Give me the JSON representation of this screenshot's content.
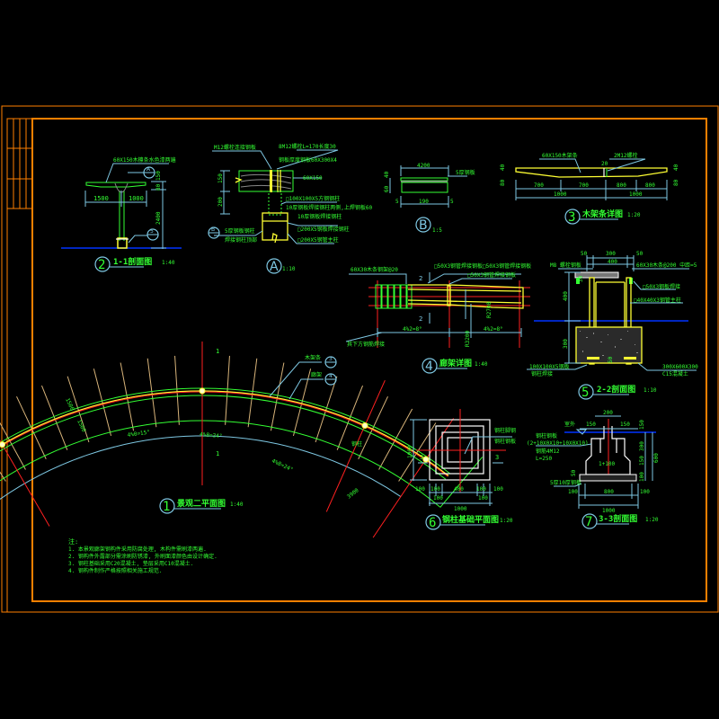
{
  "colors": {
    "background": "#000000",
    "frame": "#ff8000",
    "text": "#33ff33",
    "dimension": "#7ec8e3",
    "member": "#ffff33",
    "axis": "#ff2020",
    "ground": "#0033ff",
    "timber": "#d8b47a"
  },
  "views": {
    "v1": {
      "num": "1",
      "title": "景观二平面图",
      "scale": "1:40",
      "angle_left": "4%0=15°",
      "angle_mid": "4%8=24°",
      "angle_right": "4%8=24°",
      "section_mark": "1",
      "dim_1": "1500",
      "dim_2": "1500",
      "dim_3": "3900",
      "callout_3_label": "木架条",
      "callout_3_num": "3",
      "callout_4_label": "廊架",
      "callout_4_num": "4",
      "callout_post": "钢柱"
    },
    "v2": {
      "num": "2",
      "title": "1-1剖面图",
      "scale": "1:40",
      "note_top": "60X150木檩条水色漆两遍",
      "dim_1500": "1500",
      "dim_1000": "1000",
      "dim_150": "150",
      "dim_80": "80",
      "dim_2400": "2400",
      "tag_a": "A",
      "tag_5": "5"
    },
    "vA": {
      "num": "A",
      "scale": "1:10",
      "note_1": "M12螺栓连接钢板",
      "note_2": "8M12螺栓L=170长度30",
      "note_3": "钢板厚度钢板60X300X4",
      "note_4": "60X150",
      "note_5": "□100X100X5方钢钢柱",
      "note_6": "10厚钢板焊接钢柱两侧,上焊钢板60",
      "note_7": "10厚钢板焊接钢柱",
      "note_8": "□200X5钢板焊接钢柱",
      "note_9": "□200X5钢管主柱",
      "note_10": "5厚钢板钢柱",
      "note_11": "焊接钢柱顶部",
      "tag_b": "B",
      "dim_150": "150",
      "dim_200": "200"
    },
    "vB": {
      "num": "B",
      "scale": "1:5",
      "dim_top": "4200",
      "dim_mid": "190",
      "dim_l": "5",
      "dim_r": "5",
      "dim_40": "40",
      "dim_60": "60",
      "note": "5厚钢板"
    },
    "v3": {
      "num": "3",
      "title": "木架条详图",
      "scale": "1:20",
      "note_1": "60X150木架条",
      "note_2": "2M12螺栓",
      "dim_20": "20",
      "dim_40l": "40",
      "dim_80l": "80",
      "dim_40r": "40",
      "dim_80r": "80",
      "seg": [
        "700",
        "700",
        "800",
        "800"
      ],
      "half": [
        "1000",
        "1000"
      ]
    },
    "v4": {
      "num": "4",
      "title": "廊架详图",
      "scale": "1:40",
      "note_1": "60X30木条钢架@20",
      "note_2": "□50X3钢管焊接钢板□50X3钢管焊接钢板",
      "note_3": "□50X3钢管焊接钢板",
      "note_4": "其下方钢筋焊接",
      "sect": "2",
      "ang_l": "4%2=8°",
      "ang_r": "4%2=8°",
      "r1": "R3200",
      "r2": "R2700"
    },
    "v5": {
      "num": "5",
      "title": "2-2剖面图",
      "scale": "1:10",
      "dim_50l": "50",
      "dim_300": "300",
      "dim_50r": "50",
      "dim_400": "400",
      "note_1": "M8 螺栓钢板",
      "note_2": "60X30木条@200 中距=5",
      "note_3": "□50X3钢板焊接",
      "note_4": "□40X40X3钢管主柱",
      "dim_h400": "400",
      "dim_h300": "300",
      "dim_h30": "30",
      "dim_h50": "50",
      "note_5": "100X100X5钢板",
      "note_6": "钢柱焊接",
      "note_7": "300X600X300",
      "note_8": "C15混凝土"
    },
    "v6": {
      "num": "6",
      "title": "钢柱基础平面图",
      "scale": "1:20",
      "dim_1000v": "1000",
      "sect": "3",
      "dims_bottom": [
        "100",
        "100",
        "400",
        "100",
        "100"
      ],
      "dims_sub": [
        "100",
        "100"
      ],
      "dim_total": "1000",
      "note_1": "钢柱脚钢",
      "note_2": "钢柱钢板"
    },
    "v7": {
      "num": "7",
      "title": "3-3剖面图",
      "scale": "1:20",
      "dim_200": "200",
      "dim_150l": "150",
      "dim_150r": "150",
      "grade": "室外",
      "note_1": "钢柱钢板",
      "note_2": "(2+10X0X10+10X0X10)",
      "note_3": "钢筋4M12",
      "note_4": "L=250",
      "dim_1100": "1+100",
      "note_5": "5厚10厚钢板",
      "dim_100l": "100",
      "dim_800": "800",
      "dim_100r": "100",
      "dim_1000": "1000",
      "dim_150a": "150",
      "dim_300": "300",
      "dim_150b": "150",
      "dim_100": "100",
      "dim_600": "600",
      "dim_50": "50"
    }
  },
  "notes": {
    "heading": "注:",
    "items": [
      "1. 本景观廊架钢构件采用防腐处理, 木构件需刷漆两遍.",
      "2. 钢构件外露部分需涂刷防锈漆, 外刷面漆颜色由设计确定.",
      "3. 钢柱基础采用C20混凝土, 垫层采用C10混凝土.",
      "4. 钢构件制作严格按照相关施工规范."
    ]
  }
}
